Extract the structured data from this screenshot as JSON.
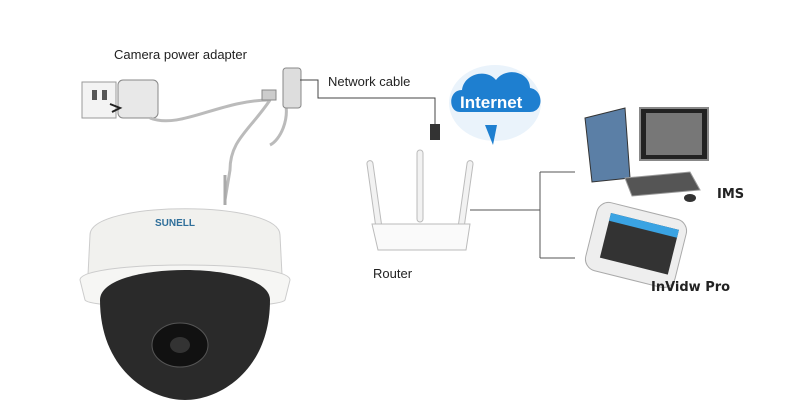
{
  "labels": {
    "adapter": "Camera power adapter",
    "cable": "Network cable",
    "internet": "Internet",
    "router": "Router",
    "ims": "IMS",
    "app": "InVidw Pro",
    "brand": "SUNELL"
  }
}
